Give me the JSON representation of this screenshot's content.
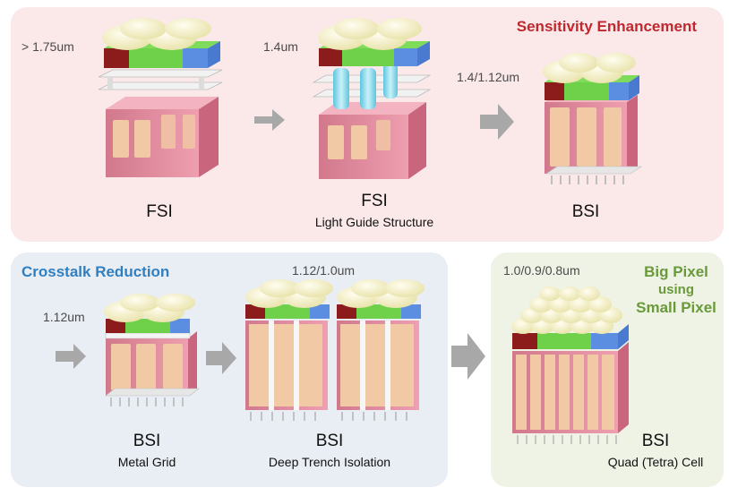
{
  "panels": {
    "top": {
      "title": "Sensitivity Enhancement",
      "color": "#c0282e"
    },
    "crosstalk": {
      "title": "Crosstalk Reduction",
      "color": "#2f7fc1"
    },
    "bigpixel": {
      "title_line1": "Big Pixel",
      "title_line2": "using",
      "title_line3": "Small Pixel",
      "color": "#6a9a3a"
    }
  },
  "pixels": [
    {
      "size": "> 1.75um",
      "label": "FSI",
      "sublabel": ""
    },
    {
      "size": "1.4um",
      "label": "FSI",
      "sublabel": "Light Guide Structure"
    },
    {
      "size": "1.4/1.12um",
      "label": "BSI",
      "sublabel": ""
    },
    {
      "size": "1.12um",
      "label": "BSI",
      "sublabel": "Metal Grid"
    },
    {
      "size": "1.12/1.0um",
      "label": "BSI",
      "sublabel": "Deep Trench Isolation"
    },
    {
      "size": "1.0/0.9/0.8um",
      "label": "BSI",
      "sublabel": "Quad (Tetra) Cell"
    }
  ],
  "colors": {
    "lens": "#f6f2c4",
    "filter_red": "#8c1c1c",
    "filter_green": "#6fd04a",
    "filter_blue": "#5b8de0",
    "silicon": "#e58ea0",
    "photodiode": "#f1c9a4",
    "metal": "#e6e6e6",
    "light_guide": "#8fd9ea",
    "arrow": "#a8a8a8"
  }
}
